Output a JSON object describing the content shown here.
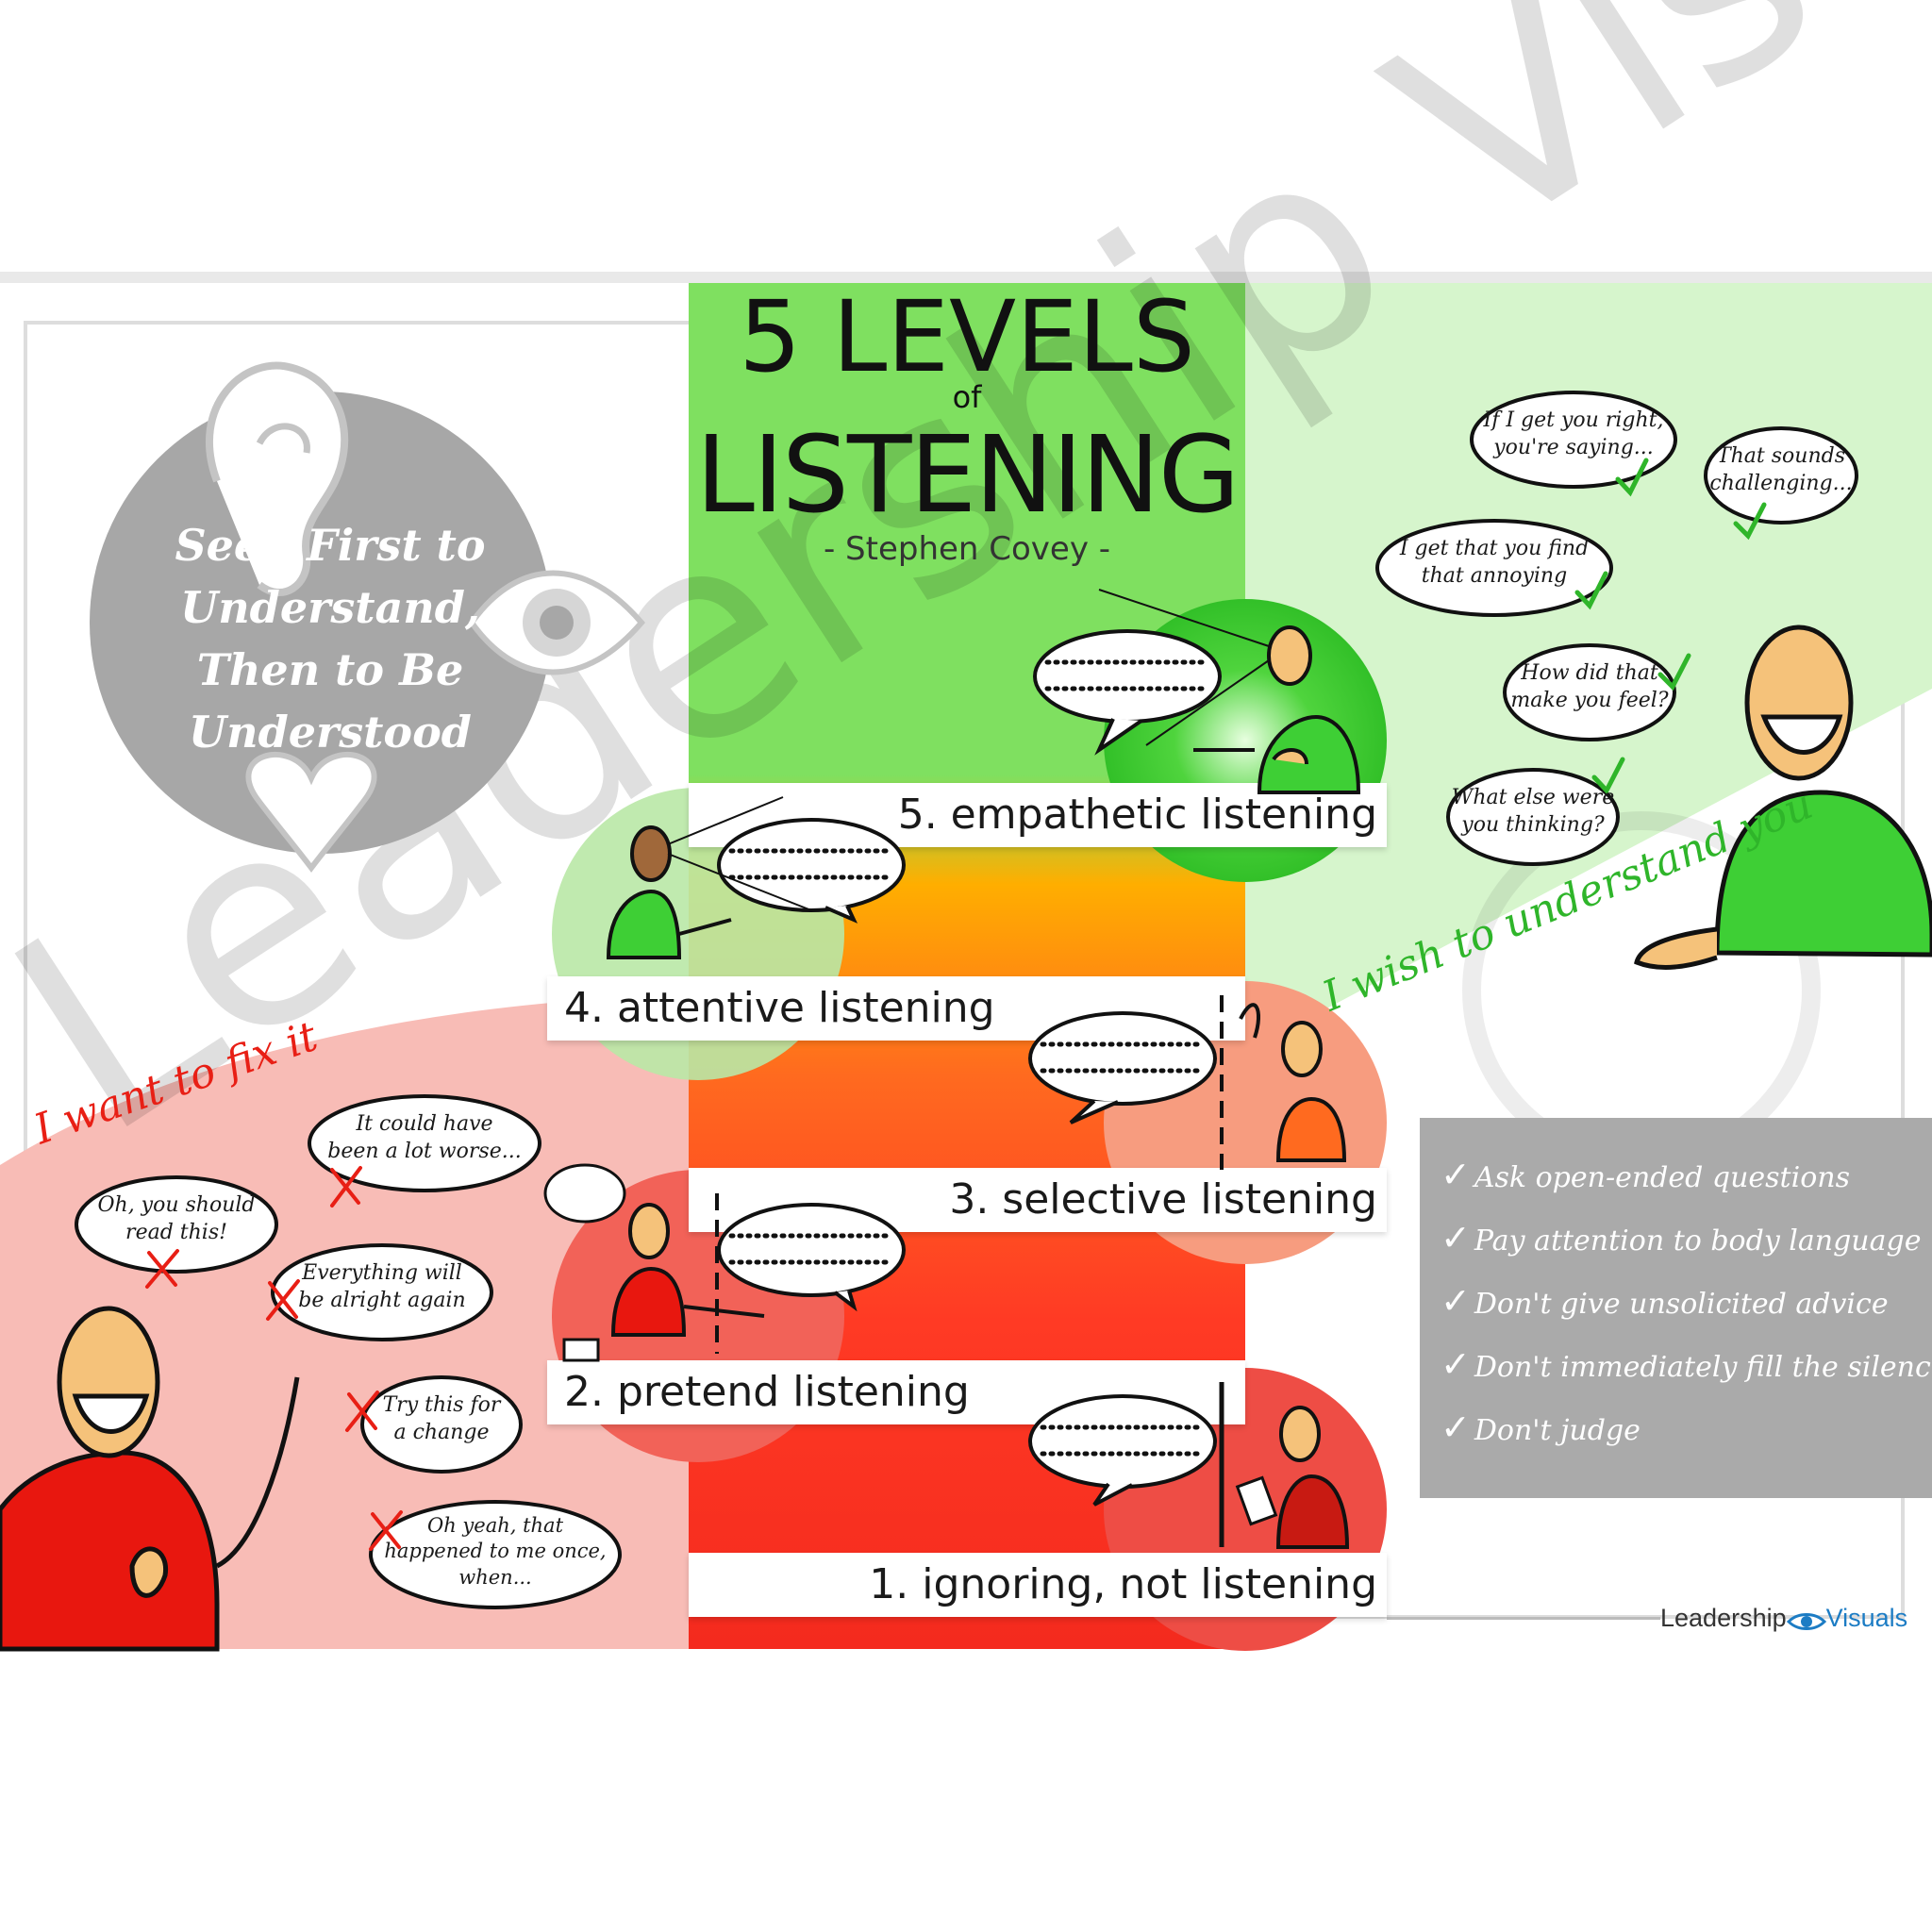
{
  "title": {
    "line1": "5 LEVELS",
    "of": "of",
    "line2": "LISTENING",
    "author": "- Stephen Covey -"
  },
  "quote": {
    "lines": [
      "Seek First to",
      "Understand,",
      "Then to Be",
      "Understood"
    ]
  },
  "levels": [
    {
      "label": "5. empathetic listening",
      "color": "#3ecf35"
    },
    {
      "label": "4. attentive listening",
      "color": "#ff9d05"
    },
    {
      "label": "3. selective listening",
      "color": "#ff6a1f"
    },
    {
      "label": "2. pretend listening",
      "color": "#ff3a24"
    },
    {
      "label": "1. ignoring, not listening",
      "color": "#f42a1e"
    }
  ],
  "slogans": {
    "fix": "I want to fix it",
    "understand": "I wish to understand you"
  },
  "good_bubbles": [
    {
      "line1": "If I get you right,",
      "line2": "you're saying..."
    },
    {
      "line1": "That sounds",
      "line2": "challenging..."
    },
    {
      "line1": "I get that you find",
      "line2": "that annoying"
    },
    {
      "line1": "How did that",
      "line2": "make you feel?"
    },
    {
      "line1": "What else were",
      "line2": "you thinking?"
    }
  ],
  "bad_bubbles": [
    {
      "line1": "It could have",
      "line2": "been a lot worse..."
    },
    {
      "line1": "Oh, you should",
      "line2": "read this!"
    },
    {
      "line1": "Everything will",
      "line2": "be alright again"
    },
    {
      "line1": "Try this for",
      "line2": "a change"
    },
    {
      "line1": "Oh yeah, that",
      "line2": "happened to me once,",
      "line3": "when..."
    }
  ],
  "tips": [
    "Ask open-ended questions",
    "Pay attention to body language",
    "Don't give unsolicited advice",
    "Don't immediately fill the silence",
    "Don't judge"
  ],
  "brand": {
    "part1": "Leadership",
    "part2": "Visuals"
  },
  "watermark": "Leadership Visuals",
  "colors": {
    "green": "#3ecf35",
    "pale_green": "#d6f5cc",
    "pale_red": "#f8bcb6",
    "red": "#f42a1e",
    "grey_panel": "#aaaaaa",
    "brand_blue": "#1c7cc4"
  }
}
